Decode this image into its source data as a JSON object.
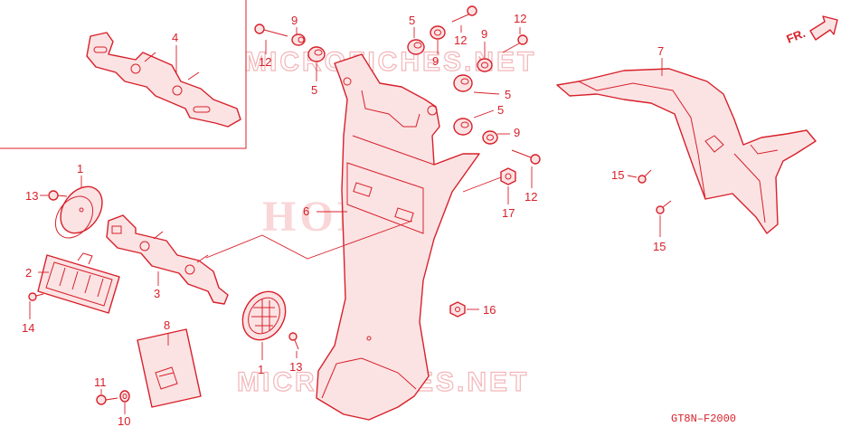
{
  "direction_label": "FR.",
  "drawing_code": "GT8N–F2000",
  "watermarks": {
    "site_top": "MICROFICHES.NET",
    "brand": "HONDA",
    "site_bottom": "MICROFICHES.NET"
  },
  "callouts": {
    "c1a": "1",
    "c1b": "1",
    "c2": "2",
    "c3": "3",
    "c4": "4",
    "c5a": "5",
    "c5b": "5",
    "c5c": "5",
    "c5d": "5",
    "c6": "6",
    "c7": "7",
    "c8": "8",
    "c9a": "9",
    "c9b": "9",
    "c9c": "9",
    "c9d": "9",
    "c10": "10",
    "c11": "11",
    "c12a": "12",
    "c12b": "12",
    "c12c": "12",
    "c12d": "12",
    "c13a": "13",
    "c13b": "13",
    "c14": "14",
    "c15a": "15",
    "c15b": "15",
    "c16": "16",
    "c17": "17"
  },
  "colors": {
    "line": "#d8202a",
    "watermark": "#f3b5b8"
  }
}
